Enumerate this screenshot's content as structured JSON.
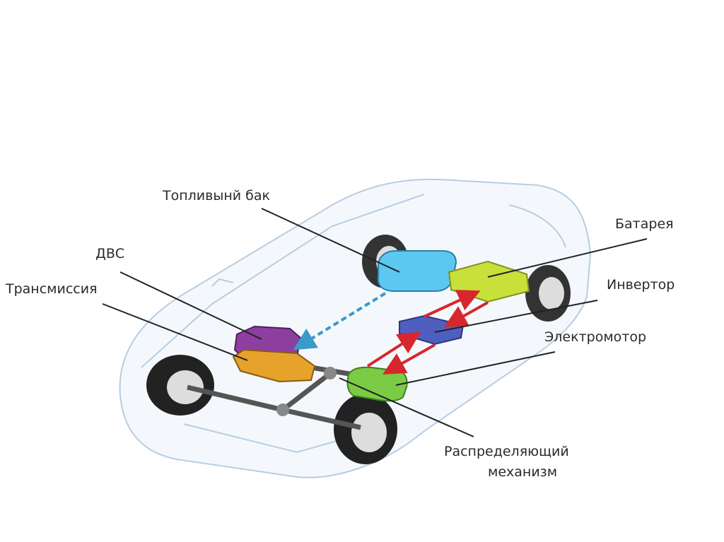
{
  "labels": {
    "fuel_tank": "Топливынй бак",
    "ice": "ДВС",
    "transmission": "Трансмиссия",
    "battery": "Батарея",
    "inverter": "Инвертор",
    "electric_motor": "Электромотор",
    "distribution_line1": "Распределяющий",
    "distribution_line2": "механизм"
  },
  "colors": {
    "fuel_tank": "#5cc8ef",
    "battery": "#c8e03a",
    "inverter": "#4f5fbf",
    "electric_motor": "#7ccb45",
    "ice": "#8d3fa0",
    "transmission": "#e7a22c",
    "fuel_line": "#3a9ac8",
    "power_arrows": "#d8262d",
    "car_outline": "#b7cde3"
  }
}
